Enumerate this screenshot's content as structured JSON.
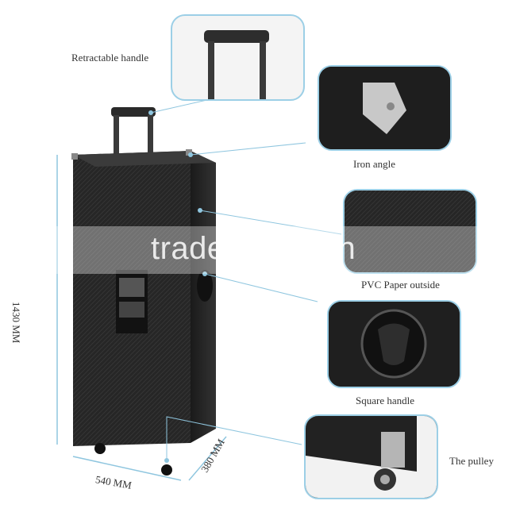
{
  "labels": {
    "retractable_handle": "Retractable handle",
    "iron_angle": "Iron angle",
    "pvc_paper": "PVC Paper outside",
    "square_handle": "Square handle",
    "pulley": "The pulley"
  },
  "dimensions": {
    "height": "1430 MM",
    "width": "540 MM",
    "depth": "380 MM"
  },
  "watermark": "trade.china.cn",
  "colors": {
    "callout_border": "#9ccfe6",
    "case_body": "#262626",
    "leader_line": "#8fc6df"
  }
}
